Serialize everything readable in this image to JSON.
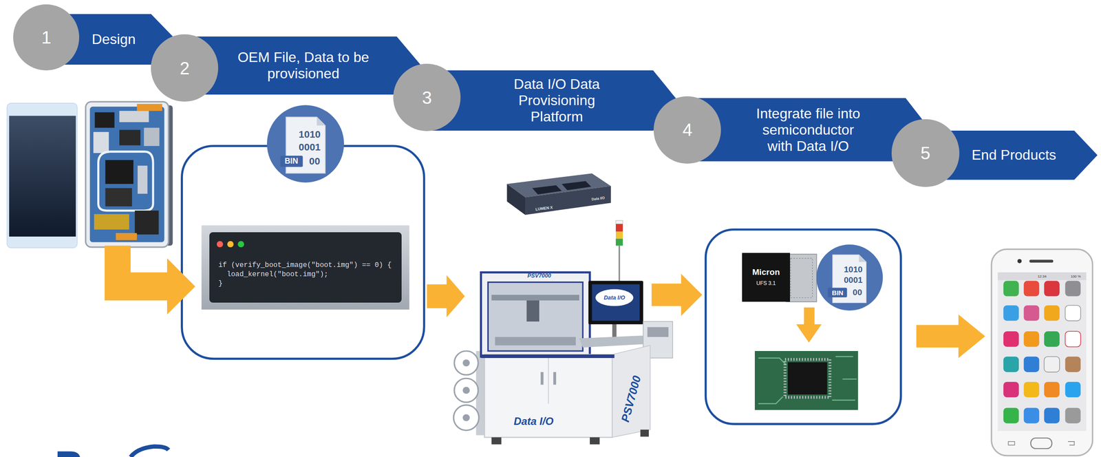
{
  "diagram": {
    "nodes": [
      {
        "text": [
          "1"
        ]
      },
      {
        "text": [
          "Design"
        ]
      },
      {
        "text": [
          "2"
        ]
      },
      {
        "text": [
          "OEM File, Data to be provisioned"
        ]
      },
      {
        "text": [
          "3"
        ]
      },
      {
        "text": [
          "Data I/O Data Provisioning Platform"
        ]
      },
      {
        "text": [
          "4"
        ]
      },
      {
        "text": [
          "Integrate file into semiconductor with Data I/O"
        ]
      },
      {
        "text": [
          "5"
        ]
      },
      {
        "text": [
          "End Products"
        ]
      },
      {
        "text": [
          "1010",
          "0001",
          "BIN",
          "00"
        ]
      },
      {
        "text": [
          "if (verify_boot_image(\"boot.img\") == 0) {",
          "load_kernel(\"boot.img\");",
          "}"
        ]
      },
      {
        "text": [
          "Micron",
          "UFS 3.1"
        ]
      },
      {
        "text": [
          "1010",
          "0001",
          "BIN",
          "00"
        ]
      }
    ],
    "labels": [
      "LUMEN X",
      "Data I/O",
      "Data I/O",
      "PSV7000",
      "Data I/O",
      "PSV7000",
      "12:34",
      "100 %"
    ]
  }
}
